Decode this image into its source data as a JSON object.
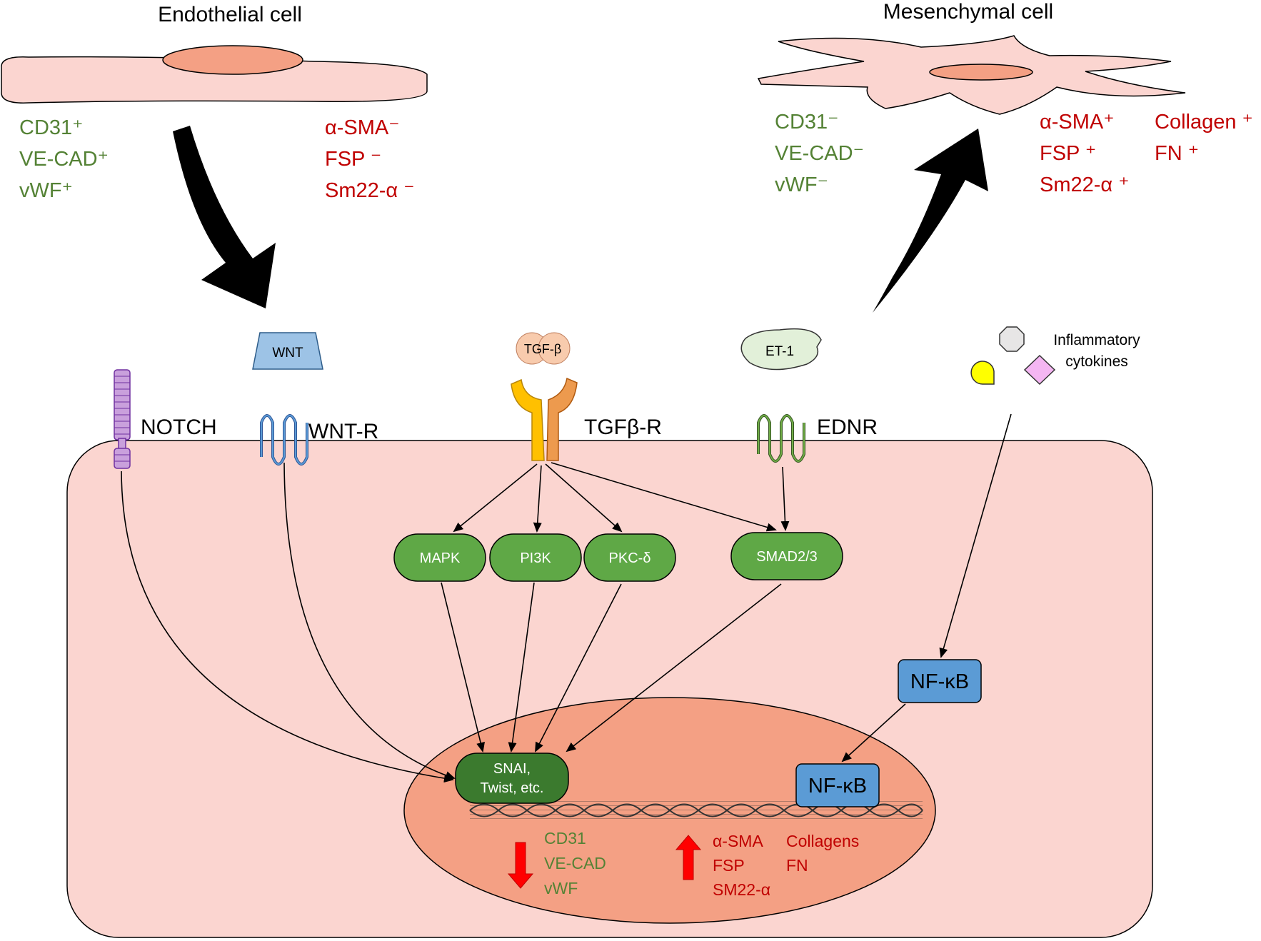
{
  "cells": {
    "endothelial": {
      "title": "Endothelial cell",
      "markers_green": [
        "CD31⁺",
        "VE-CAD⁺",
        "vWF⁺"
      ],
      "markers_red": [
        "α-SMA⁻",
        "FSP ⁻",
        "Sm22-α ⁻"
      ]
    },
    "mesenchymal": {
      "title": "Mesenchymal cell",
      "markers_green": [
        "CD31⁻",
        "VE-CAD⁻",
        "vWF⁻"
      ],
      "markers_red": [
        "α-SMA⁺",
        "FSP ⁺",
        "Sm22-α ⁺"
      ],
      "markers_red2": [
        "Collagen ⁺",
        "FN ⁺"
      ]
    }
  },
  "ligands": {
    "wnt": "WNT",
    "tgfb": "TGF-β",
    "et1": "ET-1",
    "cytokines": [
      "Inflammatory",
      "cytokines"
    ]
  },
  "receptors": {
    "notch": "NOTCH",
    "wnt_r": "WNT-R",
    "tgfb_r": "TGFβ-R",
    "ednr": "EDNR"
  },
  "signaling": {
    "mapk": "MAPK",
    "pi3k": "PI3K",
    "pkc": "PKC-δ",
    "smad": "SMAD2/3",
    "nfkb": "NF-κB",
    "nfkb_nuclear": "NF-κB",
    "snai": [
      "SNAI,",
      "Twist, etc."
    ]
  },
  "nucleus": {
    "down_genes": [
      "CD31",
      "VE-CAD",
      "vWF"
    ],
    "up_genes": [
      "α-SMA",
      "FSP",
      "SM22-α"
    ],
    "up_genes2": [
      "Collagens",
      "FN"
    ]
  },
  "colors": {
    "cell_fill": "#fbd5d0",
    "nucleus_fill": "#f4a084",
    "green_text": "#548235",
    "red_text": "#c00000",
    "node_green": "#5fa846",
    "node_dark_green": "#3b7a2e",
    "nfkb_blue": "#5b9bd5"
  }
}
